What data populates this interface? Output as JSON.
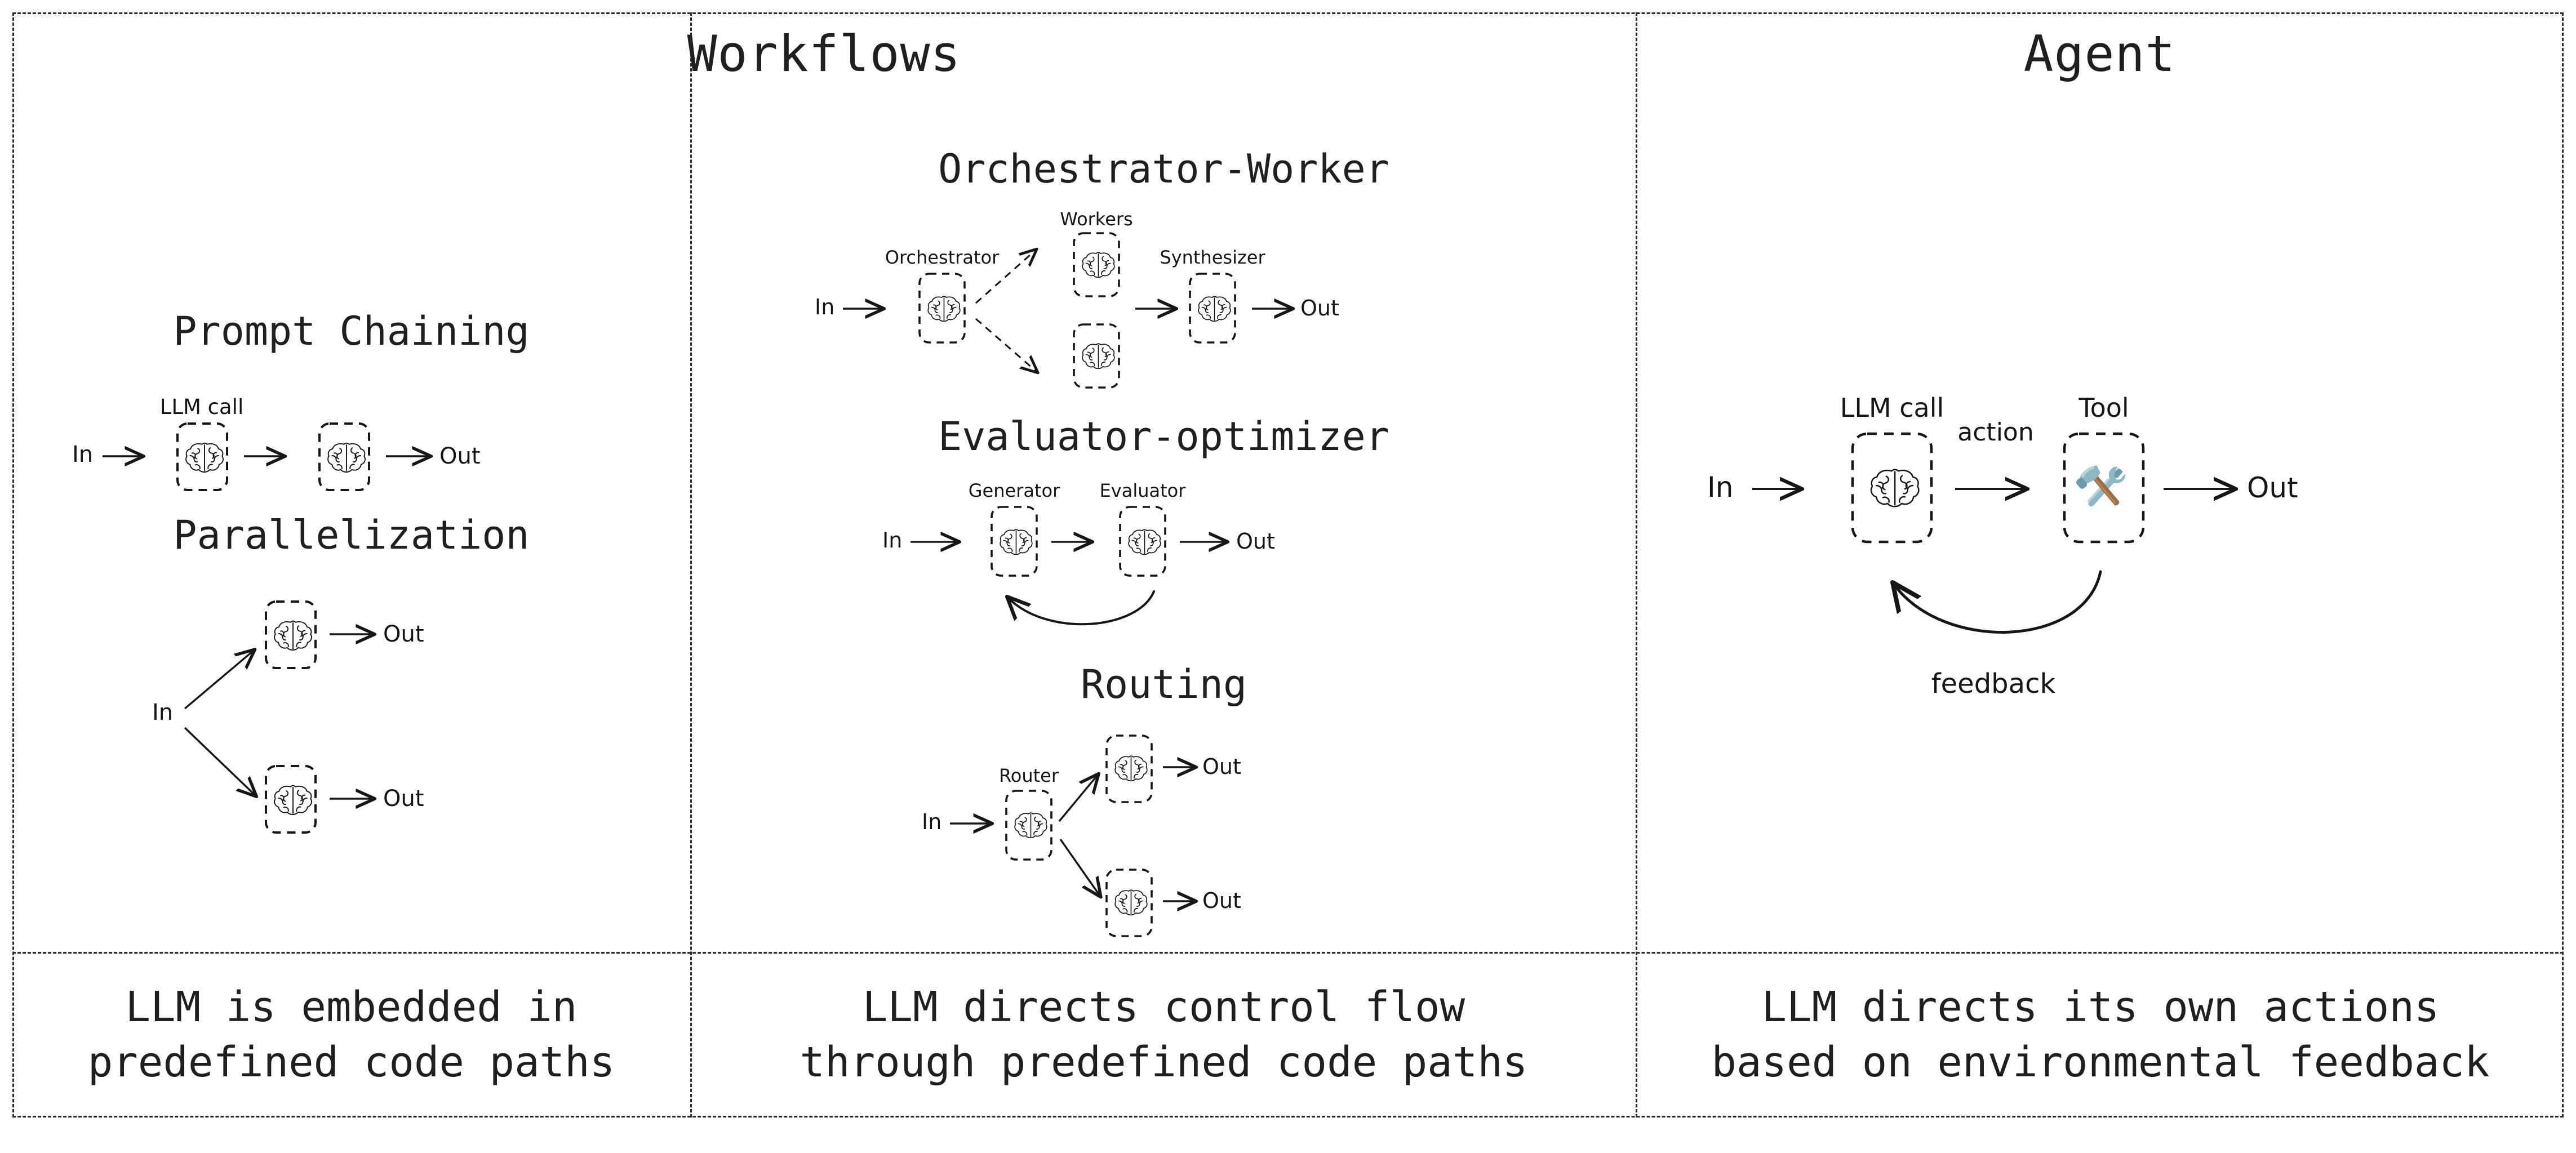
{
  "columns": {
    "workflows_header": "Workflows",
    "agent_header": "Agent"
  },
  "captions": {
    "left": {
      "line1": "LLM is embedded in",
      "line2": "predefined code paths"
    },
    "middle": {
      "line1": "LLM directs control flow",
      "line2": "through predefined code paths"
    },
    "right": {
      "line1": "LLM directs its own actions",
      "line2": "based on environmental feedback"
    }
  },
  "diagrams": {
    "prompt_chaining": {
      "title": "Prompt Chaining",
      "box_label": "LLM call",
      "in": "In",
      "out": "Out",
      "node_icon": "brain-icon",
      "node_count": 2
    },
    "parallelization": {
      "title": "Parallelization",
      "in": "In",
      "out_top": "Out",
      "out_bottom": "Out",
      "node_icon": "brain-icon",
      "node_count": 2
    },
    "orchestrator_worker": {
      "title": "Orchestrator-Worker",
      "label_orchestrator": "Orchestrator",
      "label_workers": "Workers",
      "label_synthesizer": "Synthesizer",
      "in": "In",
      "out": "Out",
      "node_icon": "brain-icon",
      "worker_count": 2
    },
    "evaluator_optimizer": {
      "title": "Evaluator-optimizer",
      "label_generator": "Generator",
      "label_evaluator": "Evaluator",
      "in": "In",
      "out": "Out",
      "node_icon": "brain-icon",
      "feedback_loop": true
    },
    "routing": {
      "title": "Routing",
      "label_router": "Router",
      "in": "In",
      "out_top": "Out",
      "out_bottom": "Out",
      "node_icon": "brain-icon",
      "branch_count": 2
    },
    "agent": {
      "title": "",
      "label_llm_call": "LLM call",
      "label_tool": "Tool",
      "label_action": "action",
      "label_feedback": "feedback",
      "in": "In",
      "out": "Out",
      "llm_icon": "brain-icon",
      "tool_icon": "hammer-and-wrench-icon"
    }
  },
  "colors": {
    "ink": "#1f1f1f",
    "line": "#161616",
    "tool_metal": "#8FB8C4",
    "tool_metal_dark": "#6D9CAE",
    "tool_metal_light": "#B9D6DE",
    "tool_handle": "#9B6B42"
  }
}
